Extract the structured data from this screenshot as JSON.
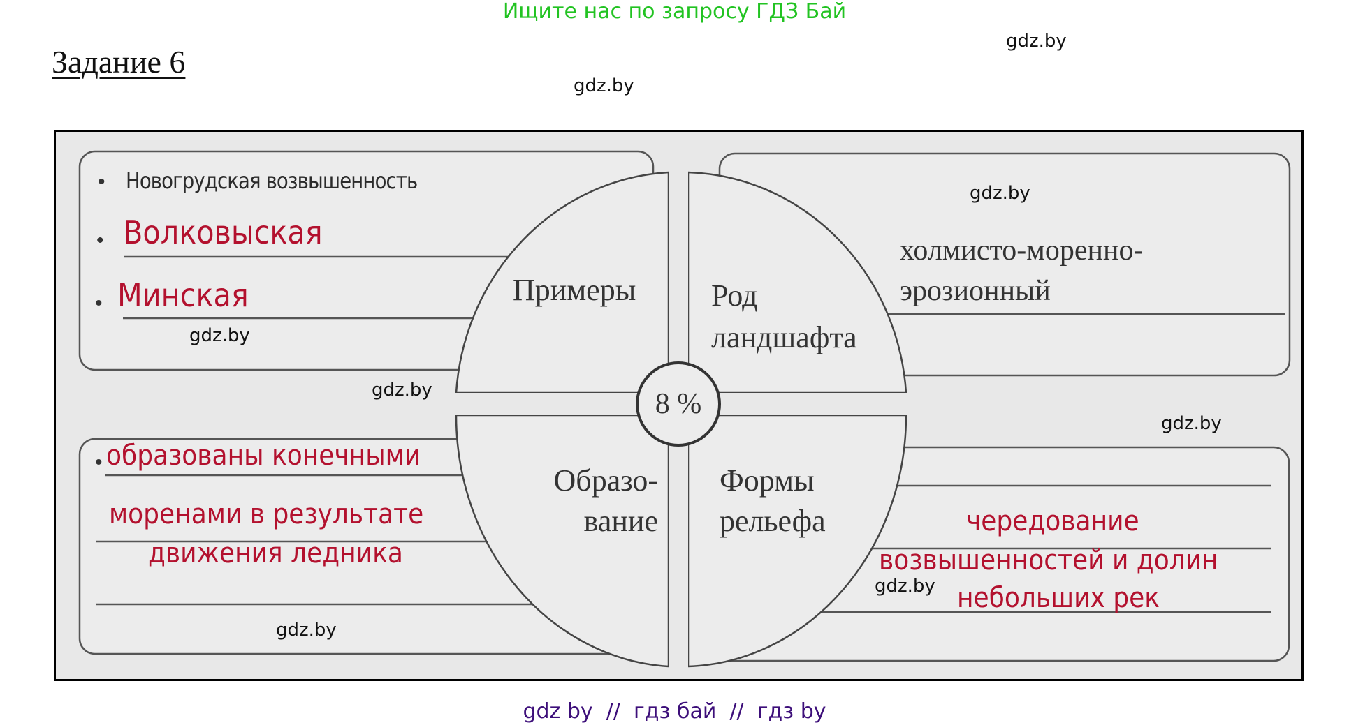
{
  "header": {
    "promo_text": "Ищите нас по запросу ГДЗ Бай",
    "promo_color": "#22c322",
    "task_title": "Задание 6"
  },
  "diagram": {
    "center_value": "8 %",
    "quadrants": {
      "top_left": {
        "label": "Примеры"
      },
      "top_right": {
        "label_line1": "Род",
        "label_line2": "ландшафта"
      },
      "bottom_left": {
        "label_line1": "Образо-",
        "label_line2": "вание"
      },
      "bottom_right": {
        "label_line1": "Формы",
        "label_line2": "рельефа"
      }
    },
    "boxes": {
      "examples": {
        "printed_item": "Новогрудская возвышенность",
        "answers": [
          "Волковыская",
          "Минская"
        ]
      },
      "landscape_type": {
        "printed_line1": "холмисто-моренно-",
        "printed_line2": "эрозионный"
      },
      "formation": {
        "answer_line1": "образованы конечными",
        "answer_line2": "моренами в результате",
        "answer_line3": "движения ледника"
      },
      "relief_forms": {
        "answer_line1": "чередование",
        "answer_line2": "возвышенностей и долин",
        "answer_line3": "небольших рек"
      }
    },
    "answer_color": "#b3112e"
  },
  "watermarks": [
    "gdz.by",
    "gdz.by",
    "gdz.by",
    "gdz.by",
    "gdz.by",
    "gdz.by",
    "gdz.by",
    "gdz.by"
  ],
  "footer": {
    "text": "gdz by  //  гдз бай  //  гдз by",
    "color": "#3d0f7a"
  }
}
